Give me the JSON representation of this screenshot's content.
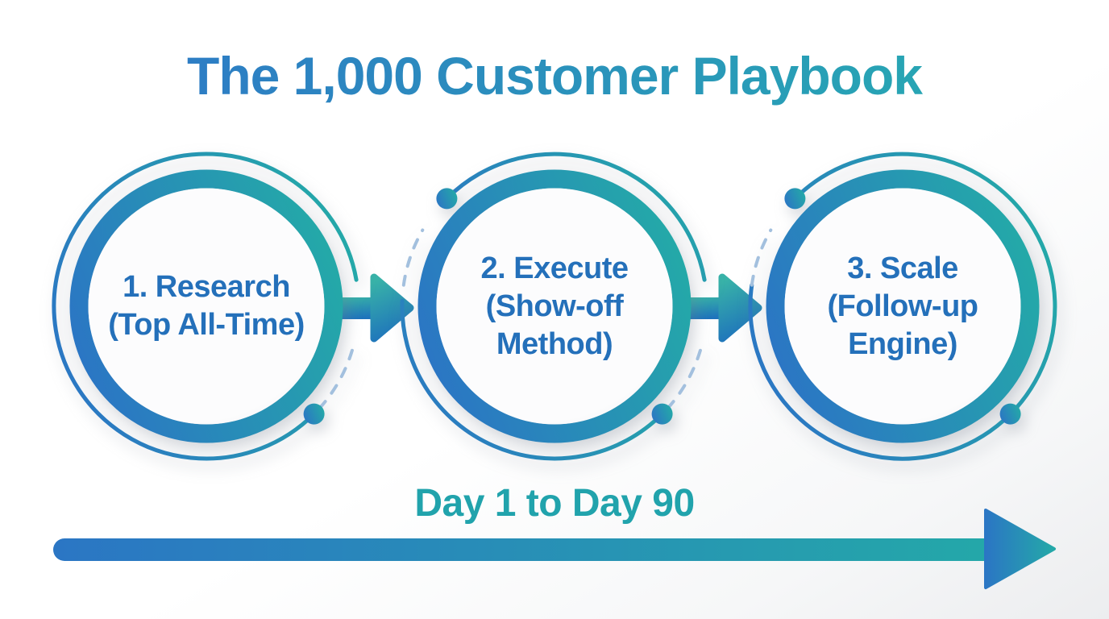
{
  "title": "The 1,000 Customer Playbook",
  "colors": {
    "blue": "#2B76C4",
    "teal": "#24A9A8",
    "title_blue": "#2E79C6",
    "title_teal": "#27A9B2",
    "step_text": "#2470BA",
    "timeline_text": "#21A3AC",
    "dash": "#A3C0DE",
    "arrow_teal": "#38B2A8",
    "arrow_blue": "#1E72BC",
    "circle_fill": "#FCFCFD",
    "circle_fill_edge": "#EBEDF0"
  },
  "steps": [
    {
      "id": "research",
      "lines": [
        "1. Research",
        "(Top All-Time)"
      ]
    },
    {
      "id": "execute",
      "lines": [
        "2. Execute",
        "(Show-off",
        "Method)"
      ]
    },
    {
      "id": "scale",
      "lines": [
        "3. Scale",
        "(Follow-up",
        "Engine)"
      ]
    }
  ],
  "connectors": [
    {
      "from": "research",
      "to": "execute",
      "icon": "arrow-right-icon"
    },
    {
      "from": "execute",
      "to": "scale",
      "icon": "arrow-right-icon"
    }
  ],
  "timeline": {
    "label": "Day 1 to Day 90",
    "icon": "arrow-right-icon"
  }
}
